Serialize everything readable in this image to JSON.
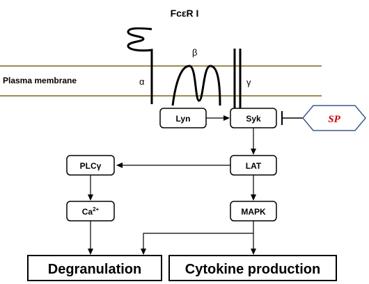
{
  "title": "FcεR I",
  "membrane_label": "Plasma membrane",
  "subunits": {
    "alpha": "α",
    "beta": "β",
    "gamma": "γ"
  },
  "nodes": {
    "lyn": "Lyn",
    "syk": "Syk",
    "lat": "LAT",
    "plcg": "PLCγ",
    "ca_base": "Ca",
    "ca_sup": "2+",
    "mapk": "MAPK",
    "sp": "SP",
    "degranulation": "Degranulation",
    "cytokine": "Cytokine production"
  },
  "colors": {
    "membrane": "#9b8c55",
    "sp_text": "#cc0000",
    "sp_border": "#3a5a8c"
  }
}
